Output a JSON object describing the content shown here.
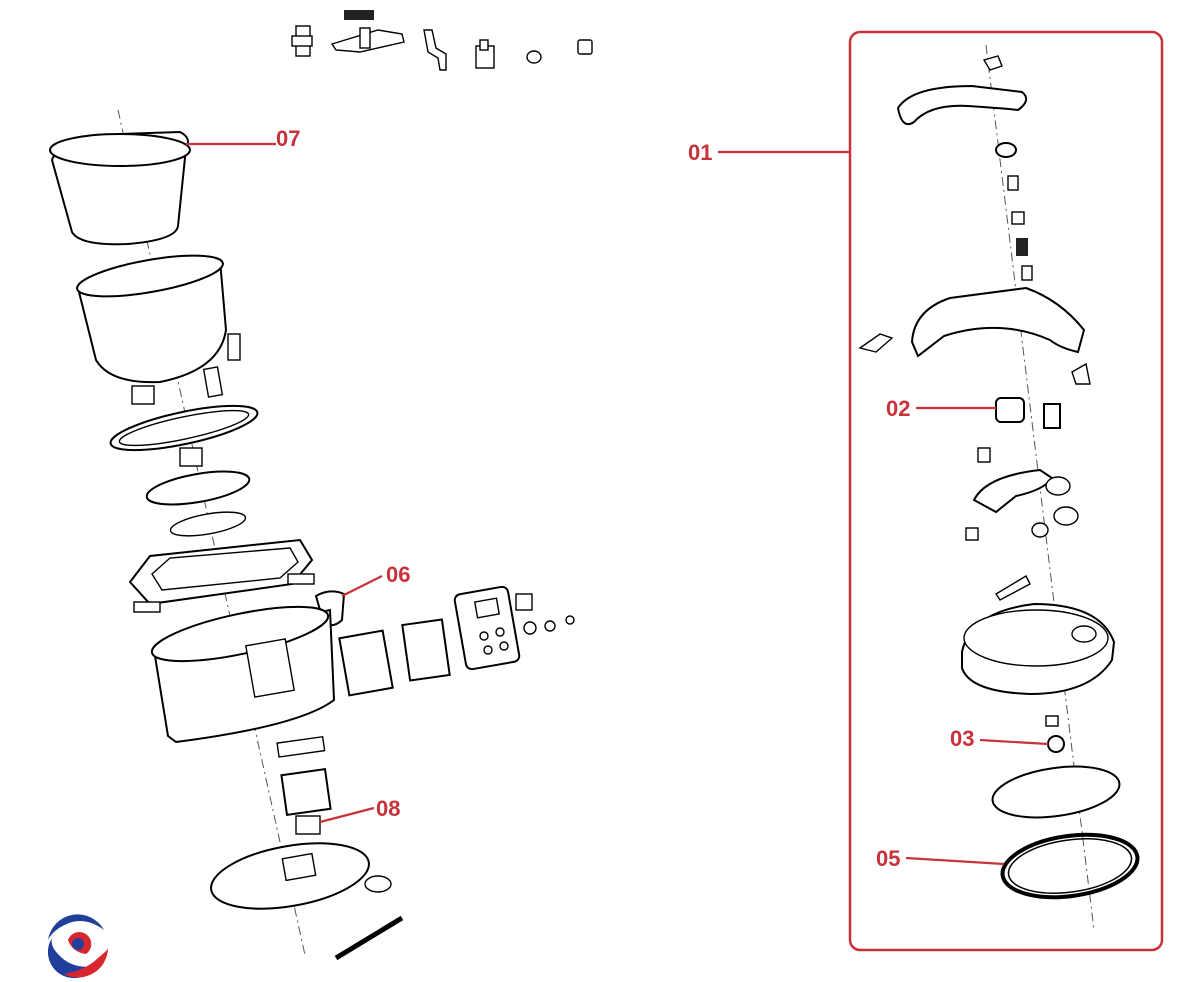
{
  "callouts": [
    {
      "id": "01",
      "text": "01"
    },
    {
      "id": "02",
      "text": "02"
    },
    {
      "id": "03",
      "text": "03"
    },
    {
      "id": "05",
      "text": "05"
    },
    {
      "id": "06",
      "text": "06"
    },
    {
      "id": "07",
      "text": "07"
    },
    {
      "id": "08",
      "text": "08"
    }
  ],
  "colors": {
    "callout": "#c8323a",
    "linework": "#000000",
    "background": "#ffffff",
    "logo_blue": "#1f3f9a",
    "logo_red": "#d8262e"
  },
  "logo": {
    "icon": "swirl-logo-icon"
  }
}
